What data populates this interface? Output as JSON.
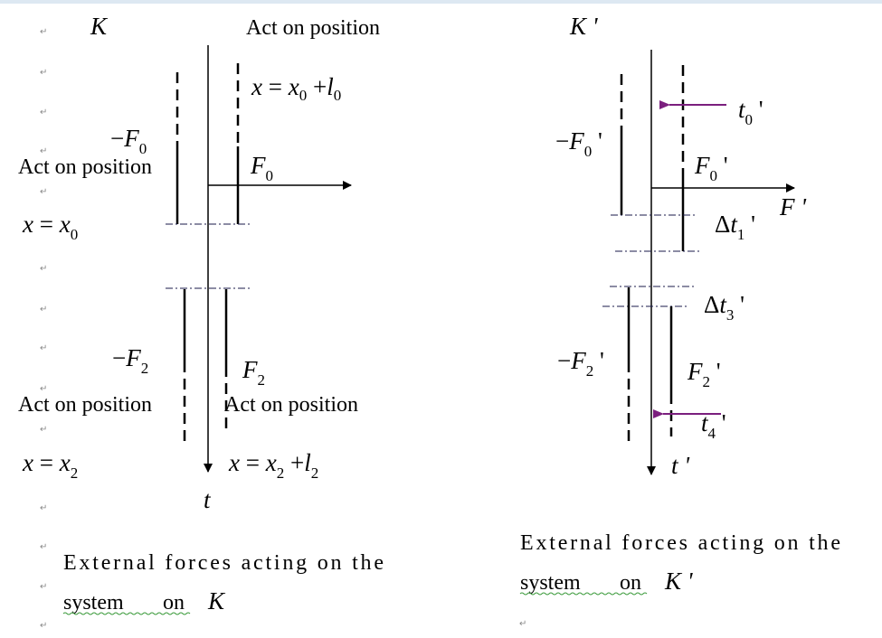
{
  "paragraph_mark": "↵",
  "colors": {
    "arrow_accent": "#7b1f7e",
    "top_bar": "#dde8f2"
  },
  "left_frame": {
    "frame_label": "K",
    "top_right_caption": "Act on position",
    "pos_x0_l0": {
      "lhs": "x",
      "eq": " = ",
      "var": "x",
      "sub": "0",
      "plus": " +",
      "l": "l",
      "lsub": "0"
    },
    "neg_F0": {
      "sign": "−",
      "var": "F",
      "sub": "0"
    },
    "left_caption_1": "Act on position",
    "F0": {
      "var": "F",
      "sub": "0"
    },
    "pos_x0": {
      "lhs": "x",
      "eq": " = ",
      "var": "x",
      "sub": "0"
    },
    "neg_F2": {
      "sign": "−",
      "var": "F",
      "sub": "2"
    },
    "F2": {
      "var": "F",
      "sub": "2"
    },
    "left_caption_2": "Act on position",
    "right_caption_2": "Act on position",
    "pos_x2": {
      "lhs": "x",
      "eq": " = ",
      "var": "x",
      "sub": "2"
    },
    "pos_x2_l2": {
      "lhs": "x",
      "eq": " = ",
      "var": "x",
      "sub": "2",
      "plus": " +",
      "l": "l",
      "lsub": "2"
    },
    "time_axis_label": "t",
    "caption_line1": "External forces acting on the",
    "caption_line2_a": "system",
    "caption_line2_b": "on",
    "caption_line2_c": "K"
  },
  "right_frame": {
    "frame_label": "K '",
    "t0": {
      "var": "t",
      "sub": "0",
      "prime": " '"
    },
    "neg_F0": {
      "sign": "−",
      "var": "F",
      "sub": "0",
      "prime": " '"
    },
    "F0": {
      "var": "F",
      "sub": "0",
      "prime": " '"
    },
    "force_axis_label": "F '",
    "dt1": {
      "delta": "Δ",
      "var": "t",
      "sub": "1",
      "prime": " '"
    },
    "dt3": {
      "delta": "Δ",
      "var": "t",
      "sub": "3",
      "prime": " '"
    },
    "neg_F2": {
      "sign": "−",
      "var": "F",
      "sub": "2",
      "prime": " '"
    },
    "F2": {
      "var": "F",
      "sub": "2",
      "prime": " '"
    },
    "t4": {
      "var": "t",
      "sub": "4",
      "prime": " '"
    },
    "time_axis_label": "t '",
    "caption_line1": "External forces acting on the",
    "caption_line2_a": "system",
    "caption_line2_b": "on",
    "caption_line2_c": "K '"
  }
}
